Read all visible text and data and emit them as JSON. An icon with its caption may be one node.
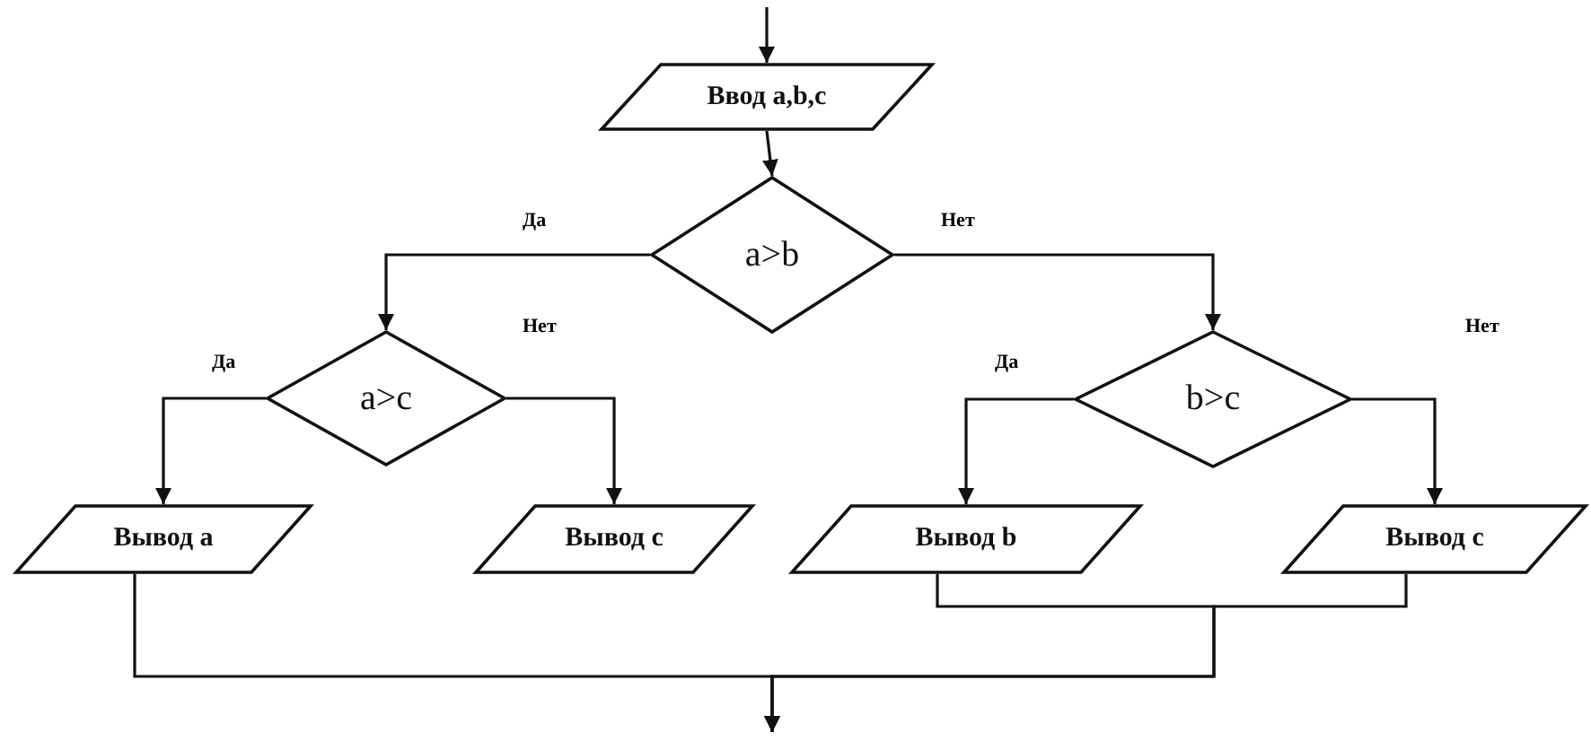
{
  "diagram": {
    "nodes": [
      {
        "text": [
          "Ввод a,b,c"
        ]
      },
      {
        "text": [
          "a>b"
        ]
      },
      {
        "text": [
          "a>c"
        ]
      },
      {
        "text": [
          "b>c"
        ]
      },
      {
        "text": [
          "Вывод a"
        ]
      },
      {
        "text": [
          "Вывод c"
        ]
      },
      {
        "text": [
          "Вывод b"
        ]
      },
      {
        "text": [
          "Вывод c"
        ]
      }
    ],
    "edges": [
      {
        "from": null,
        "to": 0,
        "arrow": "to"
      },
      {
        "from": 0,
        "to": 1,
        "arrow": "to"
      },
      {
        "from": 1,
        "to": 2,
        "arrow": "to",
        "label": "Да"
      },
      {
        "from": 1,
        "to": 3,
        "arrow": "to",
        "label": "Нет"
      },
      {
        "from": 2,
        "to": 4,
        "arrow": "to",
        "label": "Да"
      },
      {
        "from": 2,
        "to": 5,
        "arrow": "to",
        "label": "Нет"
      },
      {
        "from": 3,
        "to": 6,
        "arrow": "to",
        "label": "Да"
      },
      {
        "from": 3,
        "to": 7,
        "arrow": "to",
        "label": "Нет"
      },
      {
        "from": 4,
        "to": null,
        "arrow": "to"
      },
      {
        "from": 6,
        "to": null,
        "arrow": "to"
      },
      {
        "from": 7,
        "to": null,
        "arrow": "to"
      }
    ]
  }
}
